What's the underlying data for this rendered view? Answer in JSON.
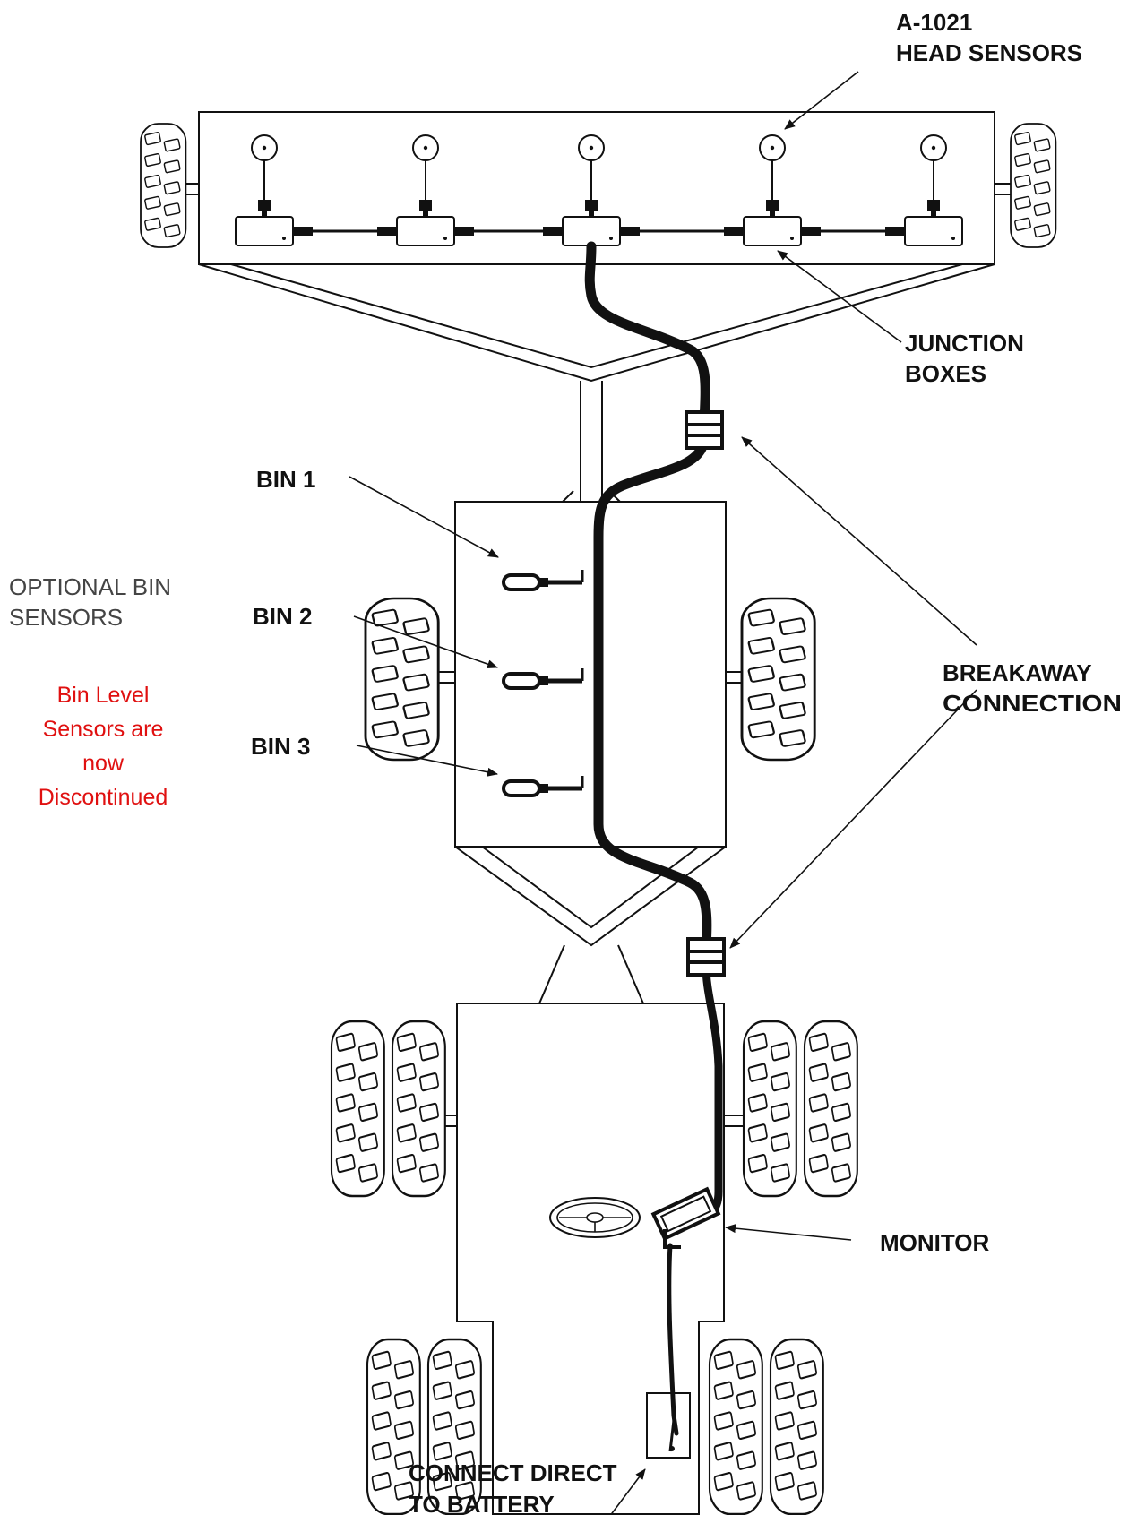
{
  "labels": {
    "head_sensors_line1": "A-1021",
    "head_sensors_line2": "HEAD SENSORS",
    "junction_line1": "JUNCTION",
    "junction_line2": "BOXES",
    "breakaway_line1": "BREAKAWAY",
    "breakaway_line2": "CONNECTION",
    "bin1": "BIN 1",
    "bin2": "BIN 2",
    "bin3": "BIN 3",
    "optional_line1": "OPTIONAL BIN",
    "optional_line2": "SENSORS",
    "monitor": "MONITOR",
    "battery_line1": "CONNECT DIRECT",
    "battery_line2": "TO BATTERY"
  },
  "note": {
    "lines": [
      "Bin Level",
      "Sensors are",
      "now",
      "Discontinued"
    ],
    "color": "#e01010"
  },
  "colors": {
    "line": "#111111",
    "background": "#ffffff",
    "note": "#e01010"
  }
}
